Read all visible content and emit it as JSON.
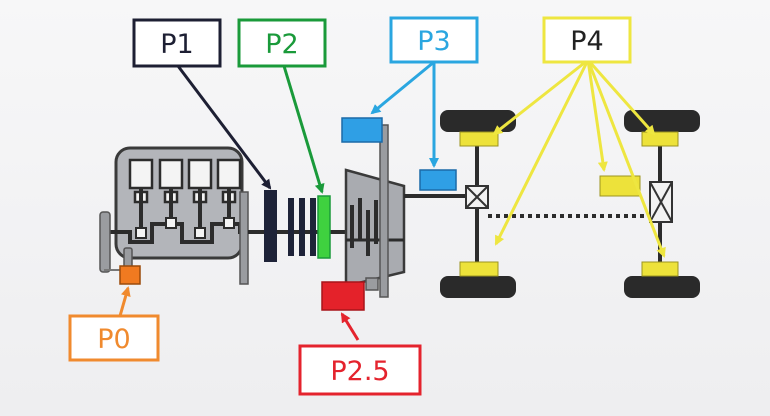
{
  "labels": {
    "p0": {
      "text": "P0",
      "color": "#f08a2e"
    },
    "p1": {
      "text": "P1",
      "color": "#1d1f33"
    },
    "p2": {
      "text": "P2",
      "color": "#1a9a3a"
    },
    "p2_5": {
      "text": "P2.5",
      "color": "#e4232d"
    },
    "p3": {
      "text": "P3",
      "color": "#2aa6e0"
    },
    "p4": {
      "text": "P4",
      "color": "#eee640"
    }
  },
  "colors": {
    "engine_block": "#b3b5ba",
    "steel": "#9a9ca0",
    "tire": "#2a2a2a",
    "p0_module": "#f07a20",
    "p1_module": "#1e2338",
    "p2_module": "#3fd13f",
    "p25_module": "#e4222a",
    "p3_module": "#2f9fe5",
    "p4_module": "#ede23a"
  }
}
